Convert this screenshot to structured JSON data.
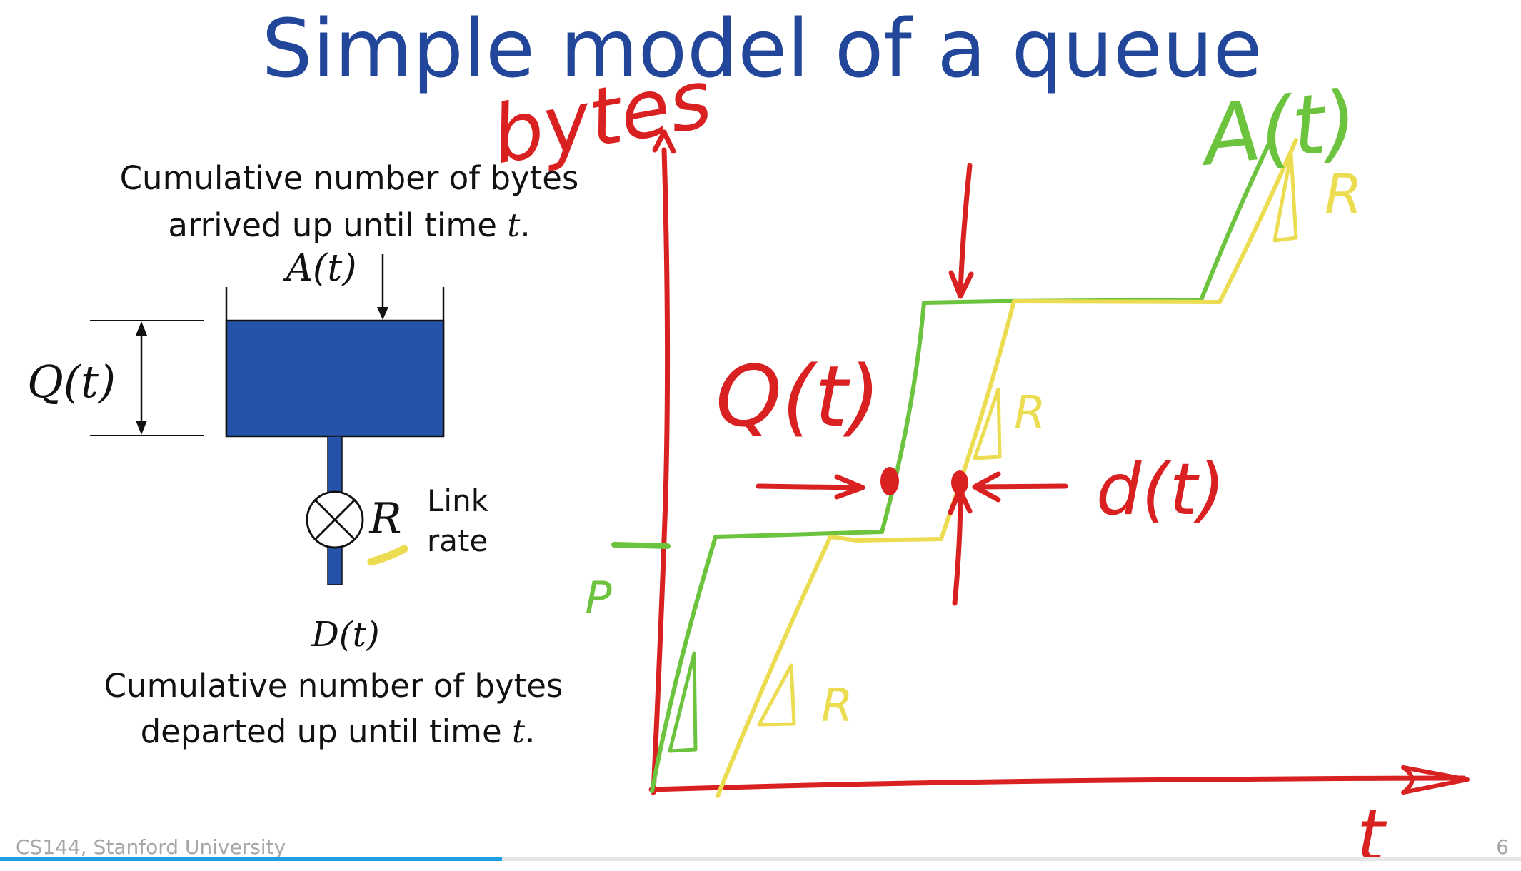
{
  "slide": {
    "title": "Simple model of a queue",
    "footer": "CS144, Stanford University",
    "page_number": "6",
    "accent_color": "#22479a",
    "progress_fraction": 0.33
  },
  "queue_diagram": {
    "arrival_caption_line1": "Cumulative number of bytes",
    "arrival_caption_line2_prefix": "arrived up until time ",
    "arrival_caption_var": "t",
    "arrival_caption_period": ".",
    "arrival_label": "A(t)",
    "queue_label": "Q(t)",
    "rate_label": "R",
    "link_label_line1": "Link",
    "link_label_line2": "rate",
    "departure_label": "D(t)",
    "departure_caption_line1": "Cumulative number of bytes",
    "departure_caption_line2_prefix": "departed up until time ",
    "departure_caption_var": "t",
    "departure_caption_period": ".",
    "queue_fill_color": "#2553a9"
  },
  "annotations": {
    "y_axis_label": "bytes",
    "x_axis_label": "t",
    "arrival_curve_label": "A(t)",
    "queue_label": "Q(t)",
    "departure_curve_label": "d(t)",
    "slope_label": "R",
    "packet_label": "P",
    "colors": {
      "axes": "#d92121",
      "arrivals": "#6cc33e",
      "departures": "#ecdc52"
    }
  }
}
